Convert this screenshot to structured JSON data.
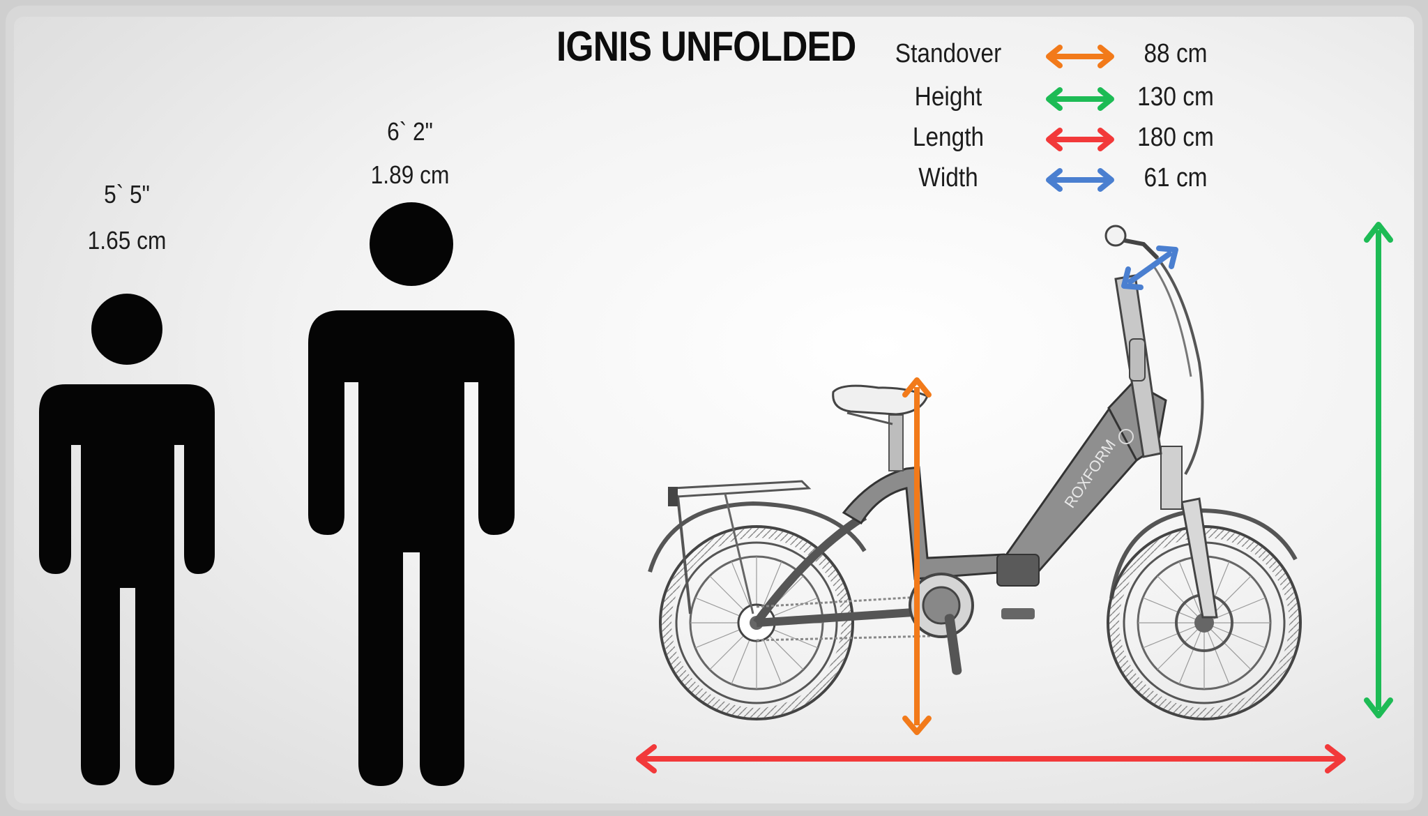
{
  "title": "IGNIS UNFOLDED",
  "legend": [
    {
      "label": "Standover",
      "value": "88 cm",
      "color": "#f27a1a"
    },
    {
      "label": "Height",
      "value": "130 cm",
      "color": "#1dbb55"
    },
    {
      "label": "Length",
      "value": "180 cm",
      "color": "#f2393a"
    },
    {
      "label": "Width",
      "value": "61 cm",
      "color": "#4a7fd0"
    }
  ],
  "people": [
    {
      "height_imperial": "5` 5\"",
      "height_metric": "1.65 cm"
    },
    {
      "height_imperial": "6` 2\"",
      "height_metric": "1.89 cm"
    }
  ],
  "bike": {
    "brand_text": "ROXFORM"
  }
}
